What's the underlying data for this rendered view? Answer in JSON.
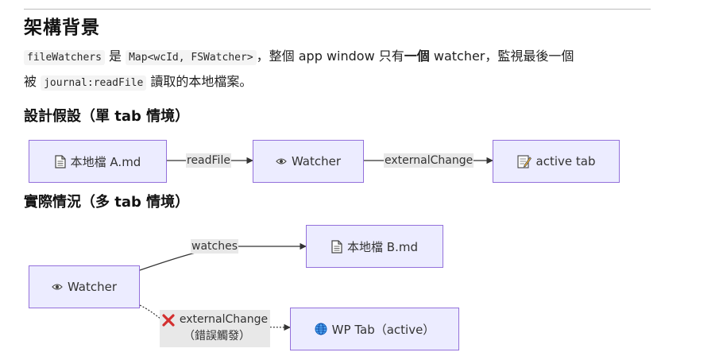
{
  "heading": "架構背景",
  "intro": {
    "line1": {
      "code1": "fileWatchers",
      "t1": " 是 ",
      "code2": "Map<wcId, FSWatcher>",
      "t2": "，整個 app window 只有",
      "strong": "一個",
      "t3": " watcher，監視最後一個"
    },
    "line2": {
      "t1": "被 ",
      "code": "journal:readFile",
      "t2": " 讀取的本地檔案。"
    }
  },
  "design": {
    "title": "設計假設（單 tab 情境）",
    "node_file": {
      "icon": "page-icon",
      "label": "本地檔 A.md"
    },
    "edge1": "readFile",
    "node_watcher": {
      "icon": "eye-icon",
      "label": "Watcher"
    },
    "edge2": "externalChange",
    "node_tab": {
      "icon": "memo-icon",
      "label": "active tab"
    }
  },
  "actual": {
    "title": "實際情況（多 tab 情境）",
    "node_watcher": {
      "icon": "eye-icon",
      "label": "Watcher"
    },
    "edge_watches": "watches",
    "node_file": {
      "icon": "page-icon",
      "label": "本地檔 B.md"
    },
    "edge_external": {
      "icon": "cross-mark-icon",
      "line1": "externalChange",
      "line2": "（錯誤觸發）"
    },
    "node_tab": {
      "icon": "globe-icon",
      "label": "WP Tab（active）"
    }
  },
  "colors": {
    "node_fill": "#ececff",
    "node_border": "#9370db",
    "edge_label_bg": "#e8e8e8",
    "edge_line": "#333333",
    "cross": "#d32f2f",
    "globe": "#1e88e5"
  }
}
